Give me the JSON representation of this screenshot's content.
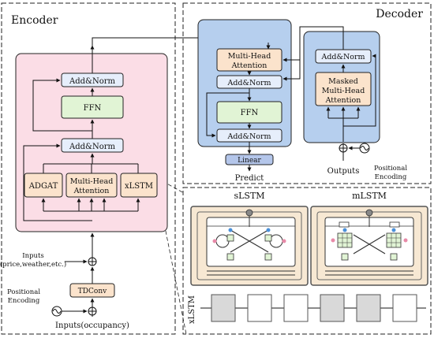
{
  "encoder": {
    "title": "Encoder",
    "add_norm_top": "Add&Norm",
    "ffn": "FFN",
    "add_norm_mid": "Add&Norm",
    "adgat": "ADGAT",
    "mha_line1": "Multi-Head",
    "mha_line2": "Attention",
    "xlstm": "xLSTM",
    "inputs_label_1": "Inputs",
    "inputs_label_2": "(price,weather,etc.)",
    "tdconv": "TDConv",
    "pos_enc_1": "Positional",
    "pos_enc_2": "Encoding",
    "inputs_occupancy": "Inputs(occupancy)"
  },
  "decoder": {
    "title": "Decoder",
    "mha_line1": "Multi-Head",
    "mha_line2": "Attention",
    "add_norm_1": "Add&Norm",
    "ffn": "FFN",
    "add_norm_2": "Add&Norm",
    "linear": "Linear",
    "predict": "Predict",
    "add_norm_right": "Add&Norm",
    "masked_line1": "Masked",
    "masked_line2": "Multi-Head",
    "masked_line3": "Attention",
    "outputs": "Outputs",
    "pos_enc_1": "Positional",
    "pos_enc_2": "Encoding"
  },
  "xlstm_detail": {
    "slstm_title": "sLSTM",
    "mlstm_title": "mLSTM",
    "side_label": "xLSTM"
  },
  "colors": {
    "encoder_block": "#fbdde6",
    "decoder_block": "#b6cfee",
    "orange_box": "#fbe3cc",
    "green_box": "#e1f4d5",
    "blue_box": "#e6eefb",
    "linear_box": "#b4c6ea",
    "cell_bg": "#f7e8d3",
    "gray_cell": "#d9d9d9"
  }
}
